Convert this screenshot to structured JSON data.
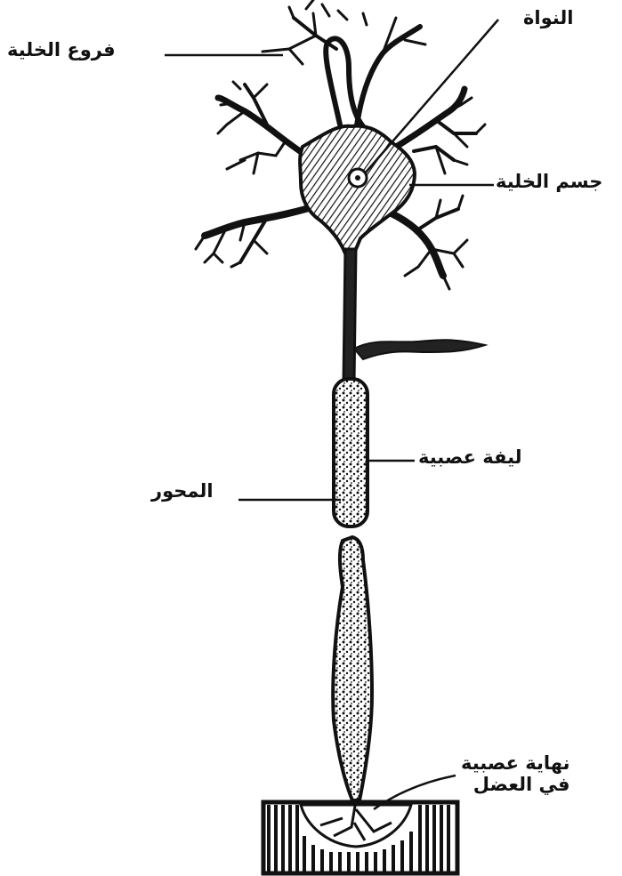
{
  "labels": {
    "dendrites": "فروع الخلية",
    "nucleus": "النواة",
    "cell_body": "جسم الخلية",
    "nerve_sheath": "ليفة عصبية",
    "axon": "المحور",
    "nerve_ending_line1": "نهاية عصبية",
    "nerve_ending_line2": "في العضل"
  },
  "colors": {
    "ink": "#111111",
    "paper": "#ffffff"
  }
}
